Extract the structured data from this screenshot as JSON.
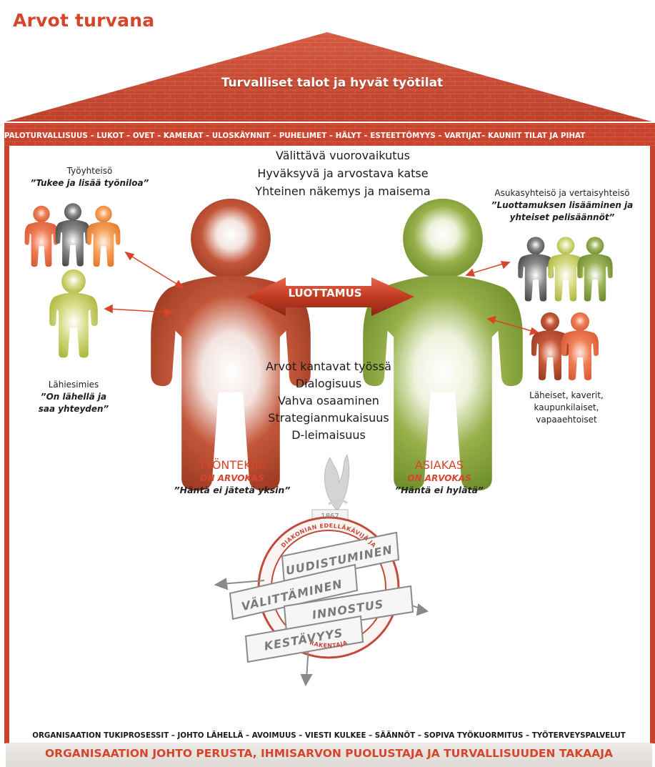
{
  "title": "Arvot turvana",
  "roof": {
    "label": "Turvalliset talot ja hyvät työtilat"
  },
  "band": {
    "label": "PALOTURVALLISUUS – LUKOT – OVET – KAMERAT – ULOSKÄYNNIT – PUHELIMET – HÄLYT – ESTEETTÖMYYS – VARTIJAT– KAUNIIT TILAT JA PIHAT"
  },
  "center_top": [
    "Välittävä vuorovaikutus",
    "Hyväksyvä ja arvostava katse",
    "Yhteinen näkemys ja maisema"
  ],
  "center_bottom": [
    "Arvot kantavat työssä",
    "Dialogisuus",
    "Vahva osaaminen",
    "Strategianmukaisuus",
    "D-leimaisuus"
  ],
  "trust_arrow": {
    "label": "LUOTTAMUS"
  },
  "left_groups": {
    "work_community": {
      "name": "Työyhteisö",
      "quote": "”Tukee ja lisää työniloa”"
    },
    "supervisor": {
      "name": "Lähiesimies",
      "quote_line1": "”On lähellä ja",
      "quote_line2": "saa yhteyden”"
    }
  },
  "right_groups": {
    "resident_community": {
      "name": "Asukasyhteisö ja vertaisyhteisö",
      "quote_line1": "”Luottamuksen lisääminen ja",
      "quote_line2": "yhteiset pelisäännöt”"
    },
    "relatives": {
      "line1": "Läheiset, kaverit,",
      "line2": "kaupunkilaiset,",
      "line3": "vapaaehtoiset"
    }
  },
  "employee": {
    "name": "TYÖNTEKIJÄ",
    "subtitle": "ON ARVOKAS",
    "quote": "”Häntä ei jätetä yksin”"
  },
  "client": {
    "name": "ASIAKAS",
    "subtitle": "ON ARVOKAS",
    "quote": "”Häntä ei hylätä”"
  },
  "emblem": {
    "year": "1867",
    "ring_top": "DIAKONIAN EDELLÄKÄVIJÄ JA",
    "ring_bottom": "RAKENTAJA",
    "banners": [
      "UUDISTUMINEN",
      "VÄLITTÄMINEN",
      "INNOSTUS",
      "KESTÄVYYS"
    ]
  },
  "support": {
    "label": "ORGANISAATION TUKIPROSESSIT – JOHTO LÄHELLÄ – AVOIMUUS – VIESTI KULKEE – SÄÄNNÖT – SOPIVA TYÖKUORMITUS – TYÖTERVEYSPALVELUT"
  },
  "foundation": {
    "label": "ORGANISAATION JOHTO PERUSTA, IHMISARVON PUOLUSTAJA JA TURVALLISUUDEN TAKAAJA"
  },
  "colors": {
    "accent_red": "#d6452a",
    "roof_red": "#c94a34",
    "employee_red": "#b04a2e",
    "client_green": "#88a43a",
    "lime": "#b9c24e",
    "orange": "#ef8a3a",
    "grey": "#555555"
  }
}
